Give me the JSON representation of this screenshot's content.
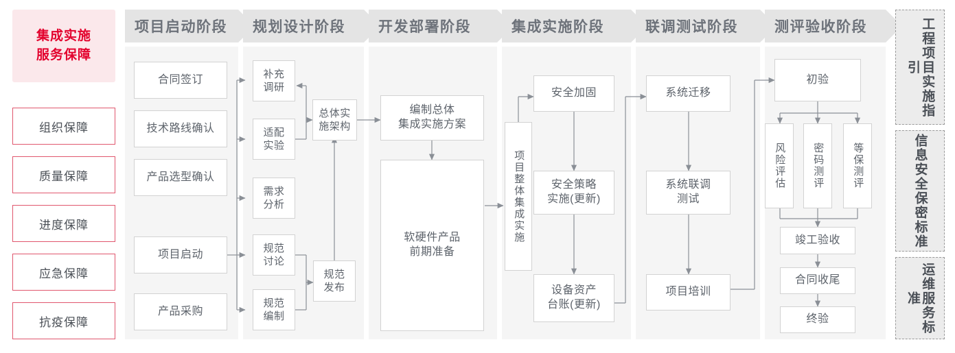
{
  "left_rail": {
    "title": "集成实施\n服务保障",
    "title_lines": [
      "集成实施",
      "服务保障"
    ],
    "accent_color": "#e3032e",
    "title_bg": "#fbe8eb",
    "border_color": "#e0566d",
    "items": [
      {
        "label": "组织保障"
      },
      {
        "label": "质量保障"
      },
      {
        "label": "进度保障"
      },
      {
        "label": "应急保障"
      },
      {
        "label": "抗疫保障"
      }
    ]
  },
  "stages": [
    {
      "id": "stage-1",
      "title": "项目启动阶段",
      "nodes": [
        {
          "id": "n-htqd",
          "label": "合同签订"
        },
        {
          "id": "n-jsl",
          "label": "技术路线确认"
        },
        {
          "id": "n-cpxx",
          "label": "产品选型确认"
        },
        {
          "id": "n-xmqd",
          "label": "项目启动"
        },
        {
          "id": "n-cpcg",
          "label": "产品采购"
        }
      ]
    },
    {
      "id": "stage-2",
      "title": "规划设计阶段",
      "nodes": [
        {
          "id": "n-bcdy",
          "label": "补充\n调研",
          "lines": [
            "补充",
            "调研"
          ]
        },
        {
          "id": "n-spsy",
          "label": "适配\n实验",
          "lines": [
            "适配",
            "实验"
          ]
        },
        {
          "id": "n-xqfx",
          "label": "需求\n分析",
          "lines": [
            "需求",
            "分析"
          ]
        },
        {
          "id": "n-gftl",
          "label": "规范\n讨论",
          "lines": [
            "规范",
            "讨论"
          ]
        },
        {
          "id": "n-gfbz",
          "label": "规范\n编制",
          "lines": [
            "规范",
            "编制"
          ]
        },
        {
          "id": "n-ztss",
          "label": "总体实\n施架构",
          "lines": [
            "总体实",
            "施架构"
          ]
        },
        {
          "id": "n-gffb",
          "label": "规范\n发布",
          "lines": [
            "规范",
            "发布"
          ]
        }
      ]
    },
    {
      "id": "stage-3",
      "title": "开发部署阶段",
      "nodes": [
        {
          "id": "n-bzzt",
          "label": "编制总体\n集成实施方案",
          "lines": [
            "编制总体",
            "集成实施方案"
          ]
        },
        {
          "id": "n-rykj",
          "label": "软硬件产品\n前期准备",
          "lines": [
            "软硬件产品",
            "前期准备"
          ]
        }
      ]
    },
    {
      "id": "stage-4",
      "title": "集成实施阶段",
      "nodes": [
        {
          "id": "n-xmzt",
          "label": "项目整体集成实施"
        },
        {
          "id": "n-aqjg",
          "label": "安全加固"
        },
        {
          "id": "n-aqcl",
          "label": "安全策略\n实施(更新)",
          "lines": [
            "安全策略",
            "实施(更新)"
          ]
        },
        {
          "id": "n-sbzc",
          "label": "设备资产\n台账(更新)",
          "lines": [
            "设备资产",
            "台账(更新)"
          ]
        }
      ]
    },
    {
      "id": "stage-5",
      "title": "联调测试阶段",
      "nodes": [
        {
          "id": "n-xtqy",
          "label": "系统迁移"
        },
        {
          "id": "n-xtld",
          "label": "系统联调\n测试",
          "lines": [
            "系统联调",
            "测试"
          ]
        },
        {
          "id": "n-xmpx",
          "label": "项目培训"
        }
      ]
    },
    {
      "id": "stage-6",
      "title": "测评验收阶段",
      "nodes": [
        {
          "id": "n-chuy",
          "label": "初验"
        },
        {
          "id": "n-fxpg",
          "label": "风险评估"
        },
        {
          "id": "n-mmcp",
          "label": "密码测评"
        },
        {
          "id": "n-dbcp",
          "label": "等保测评"
        },
        {
          "id": "n-jgys",
          "label": "竣工验收"
        },
        {
          "id": "n-htsw",
          "label": "合同收尾"
        },
        {
          "id": "n-zhongy",
          "label": "终验"
        }
      ]
    }
  ],
  "right_rail": [
    {
      "id": "rr-1",
      "label": "工程项目实施指引"
    },
    {
      "id": "rr-2",
      "label": "信息安全保密标准"
    },
    {
      "id": "rr-3",
      "label": "运维服务标准"
    }
  ]
}
